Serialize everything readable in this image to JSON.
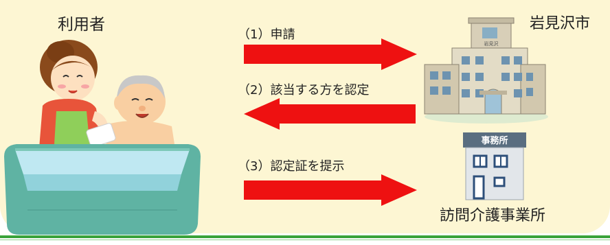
{
  "labels": {
    "user": "利用者",
    "city": "岩見沢市",
    "office": "訪問介護事業所"
  },
  "steps": [
    {
      "label": "（1）申請",
      "direction": "right"
    },
    {
      "label": "（2）該当する方を認定",
      "direction": "left"
    },
    {
      "label": "（3）認定証を提示",
      "direction": "right"
    }
  ],
  "icons": {
    "bath": "bath-care-illustration-icon",
    "city_hall": "city-hall-building-icon",
    "office": "office-building-icon",
    "office_sign": "事務所",
    "city_sign": "岩見沢"
  },
  "colors": {
    "background": "#fdf6d3",
    "arrow": "#ee1111",
    "ground": "#3aa33a"
  }
}
